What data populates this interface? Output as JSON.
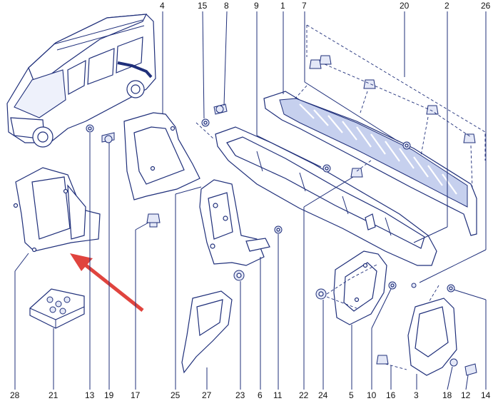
{
  "diagram": {
    "top_callouts": [
      "4",
      "15",
      "8",
      "9",
      "1",
      "7",
      "20",
      "2",
      "26"
    ],
    "bottom_callouts": [
      "28",
      "21",
      "13",
      "19",
      "17",
      "25",
      "27",
      "23",
      "6",
      "11",
      "22",
      "24",
      "5",
      "10",
      "16",
      "3",
      "18",
      "12",
      "14"
    ],
    "colors": {
      "line": "#1f2f7a",
      "tread": "#c6d0ee",
      "arrow": "#e0443e"
    }
  }
}
